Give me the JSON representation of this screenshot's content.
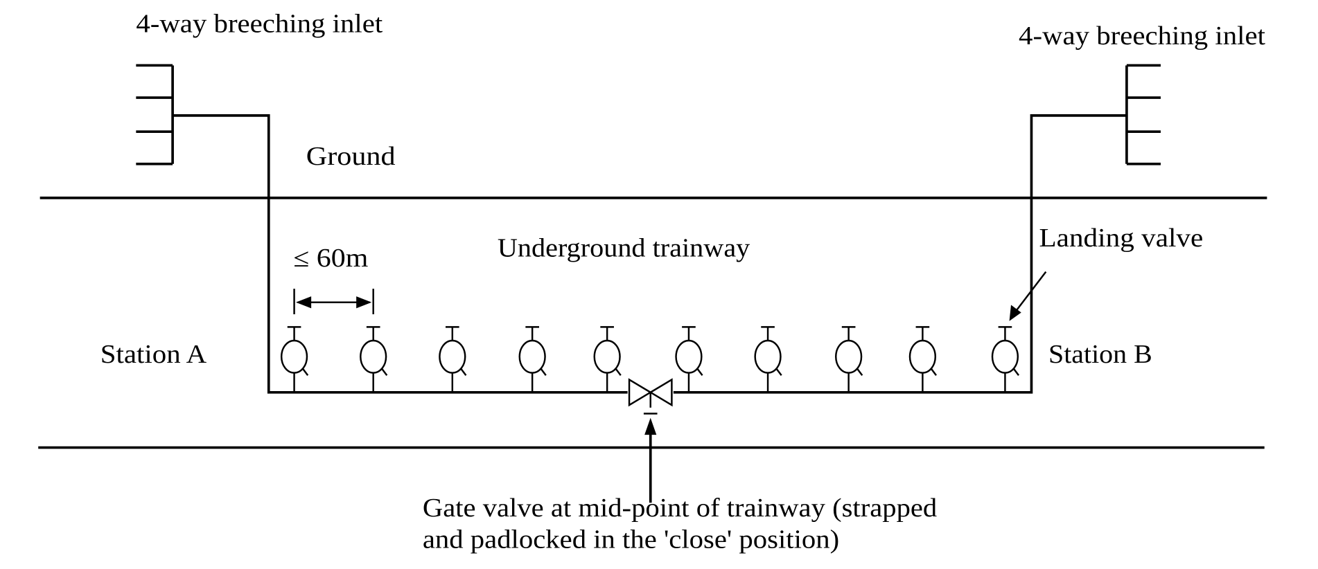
{
  "labels": {
    "inlet_left": "4-way breeching inlet",
    "inlet_right": "4-way breeching inlet",
    "ground": "Ground",
    "trainway": "Underground trainway",
    "spacing": "≤ 60m",
    "landing_valve": "Landing valve",
    "station_a": "Station A",
    "station_b": "Station B",
    "gate_valve_line1": "Gate valve at mid-point of trainway (strapped",
    "gate_valve_line2": "and padlocked in the 'close' position)"
  },
  "landing_valve_count": 10
}
